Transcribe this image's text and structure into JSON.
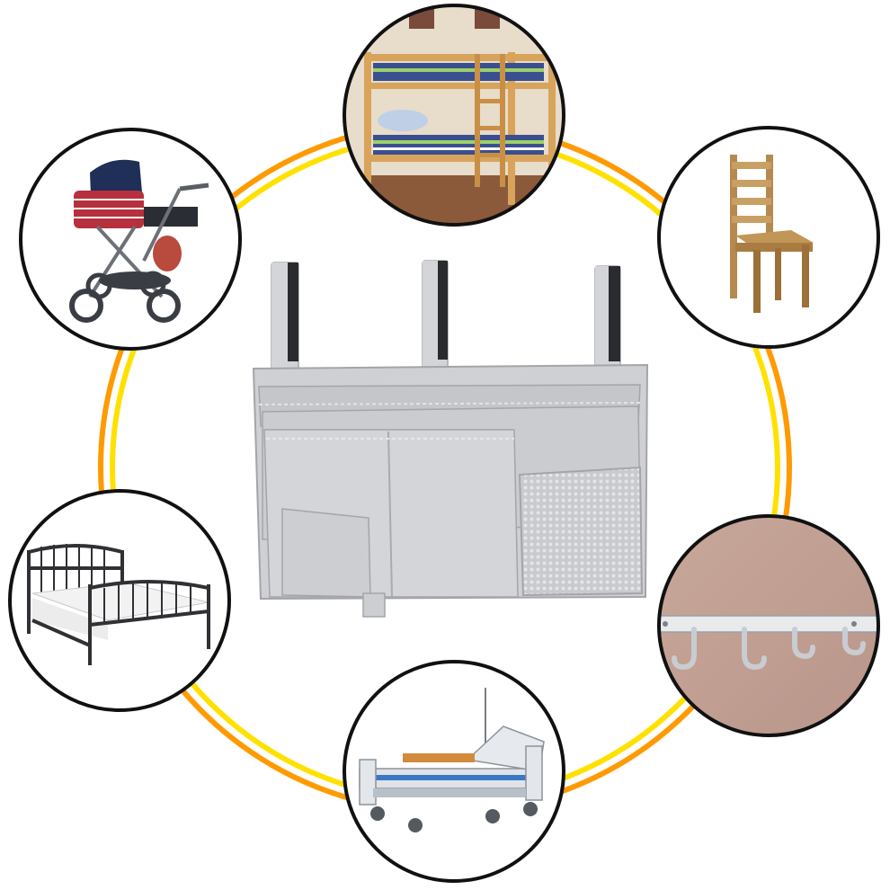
{
  "product": {
    "name": "bedside-caddy-organizer",
    "color": "#cfd0d3"
  },
  "ring": {
    "outer_color": "#ff9a00",
    "inner_color": "#ffe100"
  },
  "scenes": [
    {
      "id": "bunk-bed",
      "icon": "bunk-bed-icon"
    },
    {
      "id": "chair",
      "icon": "chair-icon"
    },
    {
      "id": "wall-hooks",
      "icon": "wall-hook-icon"
    },
    {
      "id": "hospital-bed",
      "icon": "hospital-bed-icon"
    },
    {
      "id": "metal-bed",
      "icon": "metal-bed-icon"
    },
    {
      "id": "stroller",
      "icon": "stroller-icon"
    }
  ]
}
